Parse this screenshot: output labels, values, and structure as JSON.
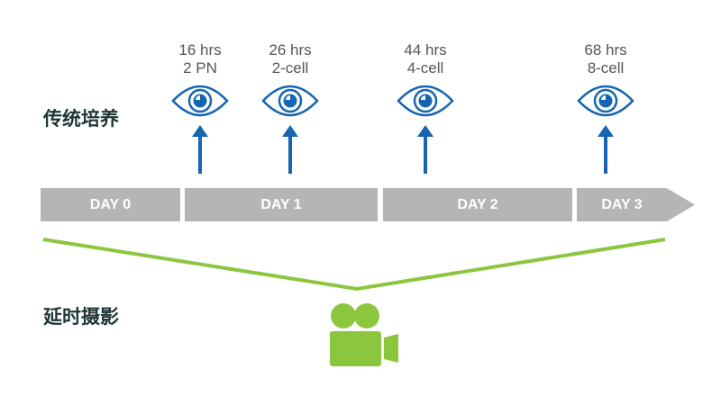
{
  "labels": {
    "conventional": "传统培养",
    "timelapse": "延时摄影"
  },
  "observations": [
    {
      "time": "16 hrs",
      "stage": "2 PN"
    },
    {
      "time": "26 hrs",
      "stage": "2-cell"
    },
    {
      "time": "44 hrs",
      "stage": "4-cell"
    },
    {
      "time": "68 hrs",
      "stage": "8-cell"
    }
  ],
  "days": [
    "DAY 0",
    "DAY 1",
    "DAY 2",
    "DAY 3"
  ],
  "colors": {
    "blue": "#1565b0",
    "gray": "#b4b5b7",
    "green": "#8cc63f"
  },
  "icons": {
    "observation": "eye-icon",
    "timelapse": "video-camera-icon"
  }
}
